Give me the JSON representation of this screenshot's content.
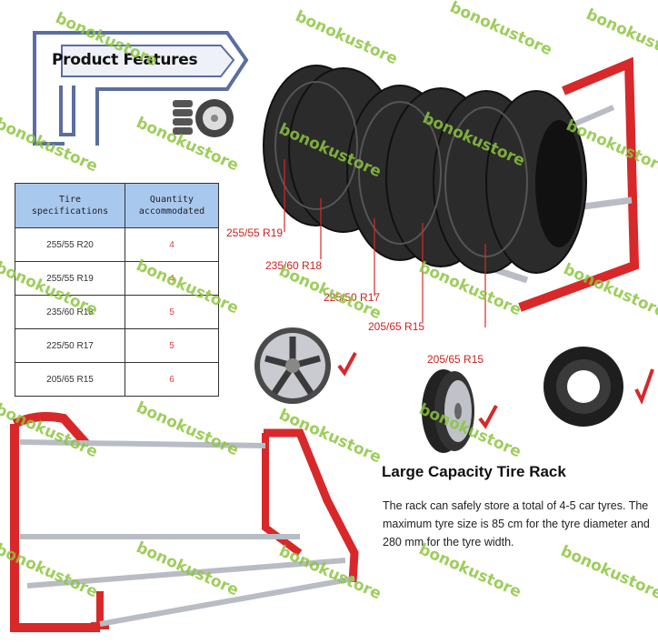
{
  "banner": {
    "title": "Product Features"
  },
  "watermark": "bonokustore",
  "table": {
    "headers": [
      "Tire specifications",
      "Quantity accommodated"
    ],
    "header_lines": [
      [
        "Tire",
        "specifications"
      ],
      [
        "Quantity",
        "accommodated"
      ]
    ],
    "rows": [
      {
        "spec": "255/55 R20",
        "qty": "4"
      },
      {
        "spec": "255/55 R19",
        "qty": "4"
      },
      {
        "spec": "235/60 R18",
        "qty": "5"
      },
      {
        "spec": "225/50 R17",
        "qty": "5"
      },
      {
        "spec": "205/65 R15",
        "qty": "6"
      }
    ]
  },
  "tire_labels": [
    "255/55 R19",
    "235/60 R18",
    "225/50 R17",
    "205/65 R15",
    "205/65 R15"
  ],
  "feature": {
    "heading": "Large Capacity Tire Rack",
    "description": "The rack can safely store a total of 4-5 car tyres. The maximum tyre size is 85 cm for the tyre diameter and 280 mm for the tyre width."
  },
  "colors": {
    "accent_red": "#d8282a",
    "label_red": "#c8231f",
    "table_header": "#a9c8ee",
    "watermark_green": "#8cc63f",
    "banner_blue": "#5a6ea0"
  },
  "icons": [
    "tire-stack-icon",
    "check-icon"
  ]
}
